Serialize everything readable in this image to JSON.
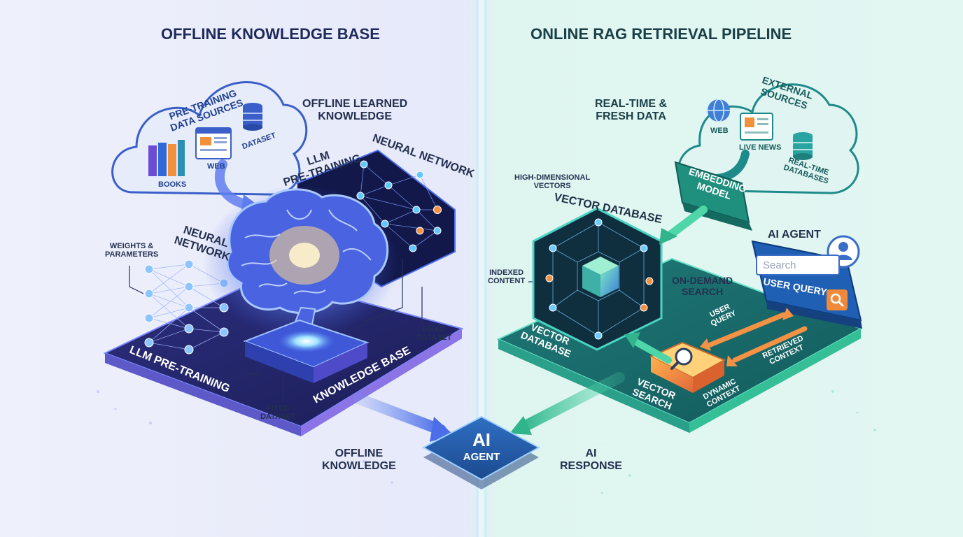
{
  "titles": {
    "offline": "OFFLINE KNOWLEDGE BASE",
    "online": "ONLINE RAG RETRIEVAL PIPELINE"
  },
  "left": {
    "cloud_title": "PRE-TRAINING\nDATA SOURCES",
    "books": "BOOKS",
    "web": "WEB",
    "dataset": "DATASET",
    "offline_learned": "OFFLINE LEARNED\nKNOWLEDGE",
    "llm_pretraining_top": "LLM\nPRE-TRAINING",
    "neural_network_top": "NEURAL NETWORK",
    "weights": "WEIGHTS &\nPARAMETERS",
    "neural_network_left": "NEURAL\nNETWORK",
    "fixed_dataset_right": "FIXED\nDATASET",
    "fixed_dataset_bottom": "FIXED\nDATASET",
    "platform_llm": "LLM PRE-TRAINING",
    "platform_kb": "KNOWLEDGE BASE",
    "offline_knowledge": "OFFLINE\nKNOWLEDGE"
  },
  "right": {
    "real_time": "REAL-TIME &\nFRESH DATA",
    "cloud_title": "EXTERNAL\nSOURCES",
    "web": "WEB",
    "live_news": "LIVE NEWS",
    "realtime_db": "REAL-TIME\nDATABASES",
    "embedding": "EMBEDDING\nMODEL",
    "high_dim": "HIGH-DIMENSIONAL\nVECTORS",
    "vector_db_top": "VECTOR DATABASE",
    "indexed": "INDEXED\nCONTENT",
    "on_demand": "ON-DEMAND\nSEARCH",
    "ai_agent": "AI AGENT",
    "search_placeholder": "Search",
    "user_query_bar": "USER QUERY",
    "user_query": "USER\nQUERY",
    "retrieved": "RETRIEVED\nCONTEXT",
    "vector_db_platform": "VECTOR\nDATABASE",
    "vector_search": "VECTOR\nSEARCH",
    "dynamic": "DYNAMIC\nCONTEXT",
    "ai_response": "AI\nRESPONSE"
  },
  "center": {
    "agent_ai": "AI",
    "agent_label": "AGENT"
  }
}
